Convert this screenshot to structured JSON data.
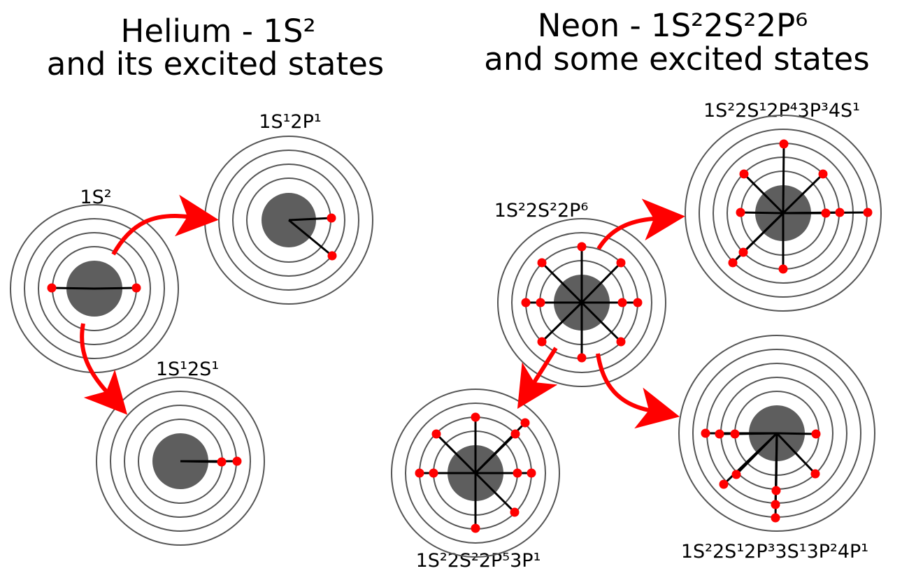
{
  "colors": {
    "background": "#ffffff",
    "shell": "#555555",
    "nucleus": "#5e5e5e",
    "bond": "#000000",
    "electron": "#ff0000",
    "arrow": "#ff0000",
    "text": "#000000"
  },
  "headings": {
    "helium": {
      "line1": "Helium - 1S²",
      "line2": "and its excited states"
    },
    "neon": {
      "line1": "Neon - 1S²2S²2P⁶",
      "line2": "and some excited states"
    }
  },
  "atoms": {
    "he_ground": {
      "label": "1S²",
      "electron_count": 2
    },
    "he_1s1_2p1": {
      "label": "1S¹2P¹",
      "electron_count": 2
    },
    "he_1s1_2s1": {
      "label": "1S¹2S¹",
      "electron_count": 2
    },
    "ne_ground": {
      "label": "1S²2S²2P⁶",
      "electron_count": 10
    },
    "ne_top_right": {
      "label": "1S²2S¹2P⁴3P³4S¹",
      "electron_count": 10
    },
    "ne_bottom_left": {
      "label": "1S²2S²2P⁵3P¹",
      "electron_count": 10
    },
    "ne_bottom_right": {
      "label": "1S²2S¹2P³3S¹3P²4P¹",
      "electron_count": 10
    }
  },
  "transitions": [
    {
      "from": "1S²",
      "to": "1S¹2P¹"
    },
    {
      "from": "1S²",
      "to": "1S¹2S¹"
    },
    {
      "from": "1S²2S²2P⁶",
      "to": "1S²2S¹2P⁴3P³4S¹"
    },
    {
      "from": "1S²2S²2P⁶",
      "to": "1S²2S²2P⁵3P¹"
    },
    {
      "from": "1S²2S²2P⁶",
      "to": "1S²2S¹2P³3S¹3P²4P¹"
    }
  ]
}
